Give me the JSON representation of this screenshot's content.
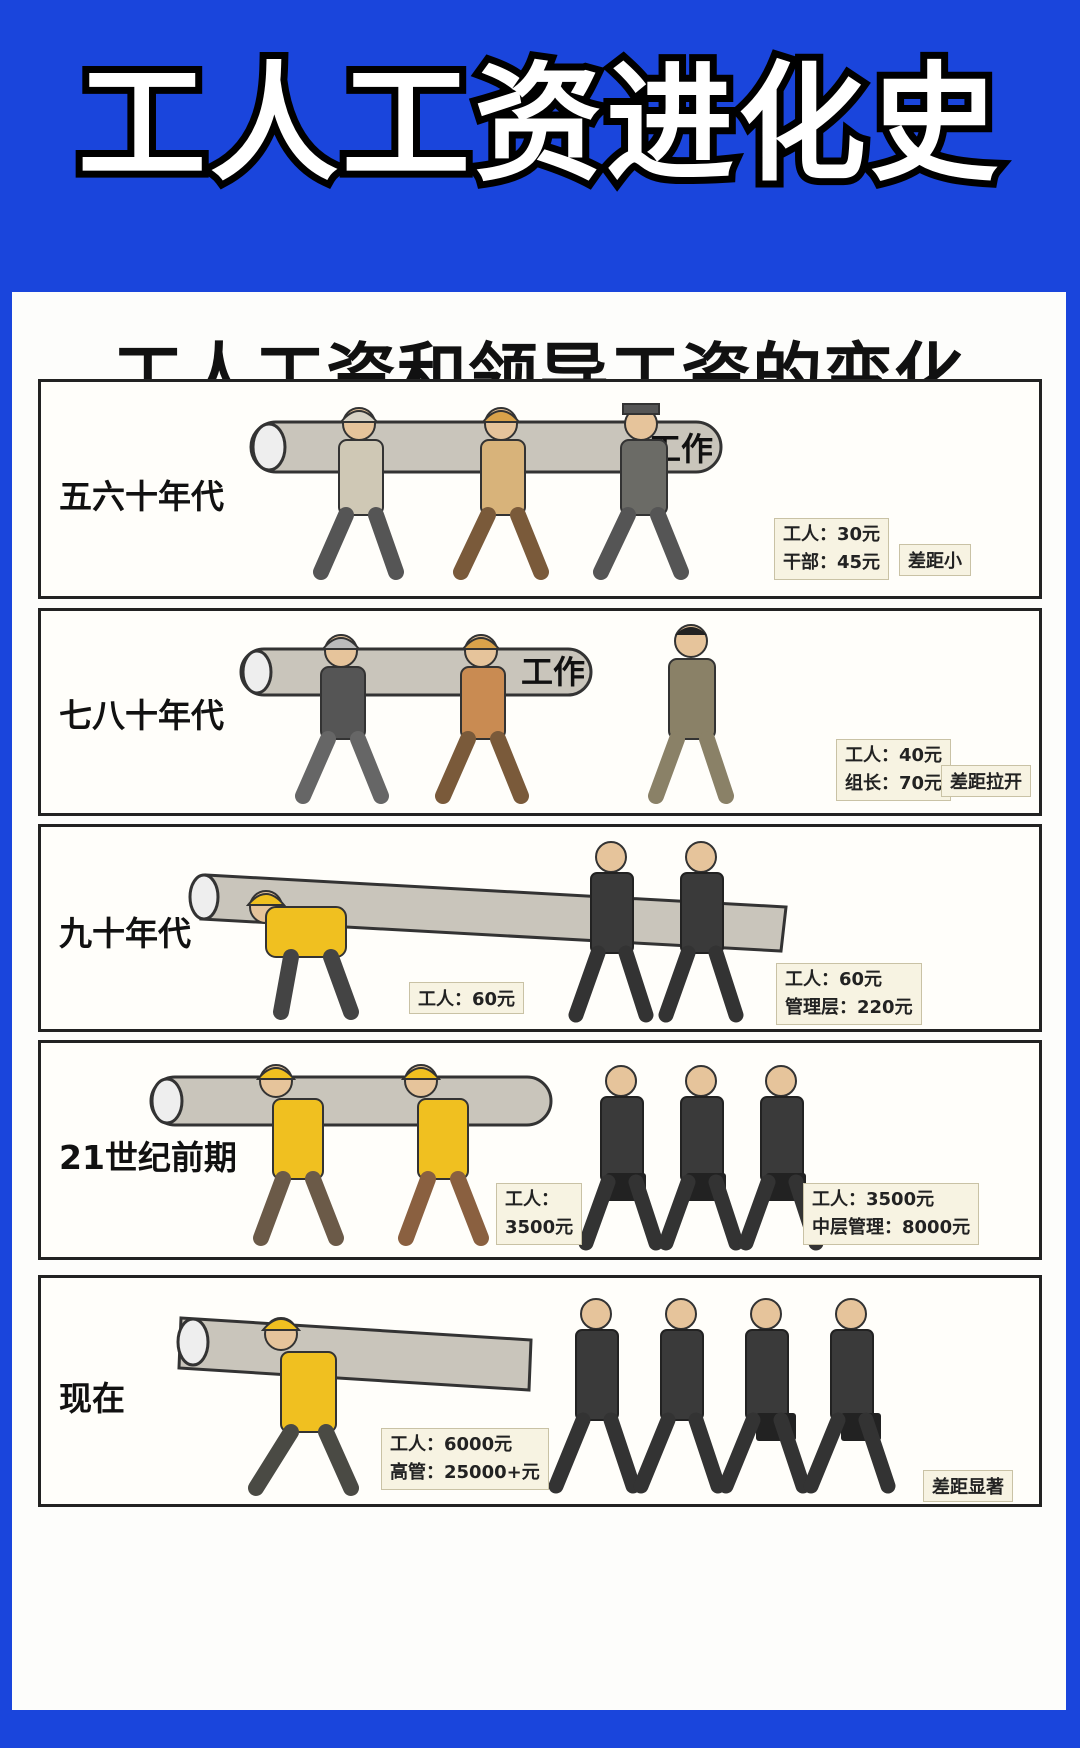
{
  "banner": {
    "title": "工人工资进化史"
  },
  "sheet": {
    "title": "工人工资和领导工资的变化"
  },
  "panels": [
    {
      "era": "五六十年代",
      "pipe_label": "工作",
      "line1": "工人：30元",
      "line2": "干部：45元",
      "tag": "差距小"
    },
    {
      "era": "七八十年代",
      "pipe_label": "工作",
      "line1": "工人：40元",
      "line2": "组长：70元",
      "tag": "差距拉开"
    },
    {
      "era": "九十年代",
      "worker_label": "工人：60元",
      "line1": "工人：60元",
      "line2": "管理层：220元"
    },
    {
      "era": "21世纪前期",
      "worker_label_1": "工人：",
      "worker_label_2": "3500元",
      "line1": "工人：3500元",
      "line2": "中层管理：8000元"
    },
    {
      "era": "现在",
      "line1": "工人：6000元",
      "line2": "高管：25000+元",
      "tag": "差距显著"
    }
  ],
  "colors": {
    "banner_bg": "#1a45dc",
    "vest": "#f0c020",
    "suit": "#3a3a3a",
    "pipe": "#c9c5bb"
  }
}
